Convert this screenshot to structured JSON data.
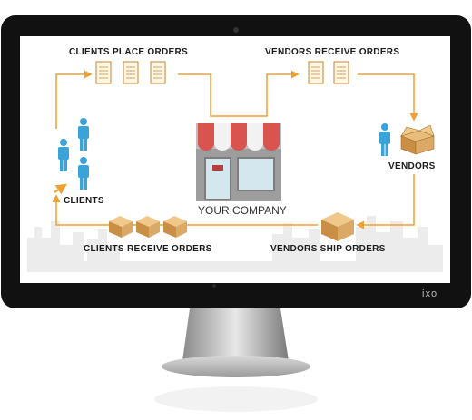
{
  "diagram": {
    "clients_place_orders": "CLIENTS PLACE ORDERS",
    "vendors_receive_orders": "VENDORS RECEIVE ORDERS",
    "vendors": "VENDORS",
    "clients": "CLIENTS",
    "company": "YOUR COMPANY",
    "clients_receive_orders": "CLIENTS RECEIVE ORDERS",
    "vendors_ship_orders": "VENDORS SHIP ORDERS"
  },
  "monitor": {
    "brand": "ixo"
  },
  "colors": {
    "flow_arrow": "#f0a030",
    "person": "#3aa3d8",
    "awning_red": "#d9534f",
    "box": "#d9a560",
    "bezel": "#111111"
  }
}
